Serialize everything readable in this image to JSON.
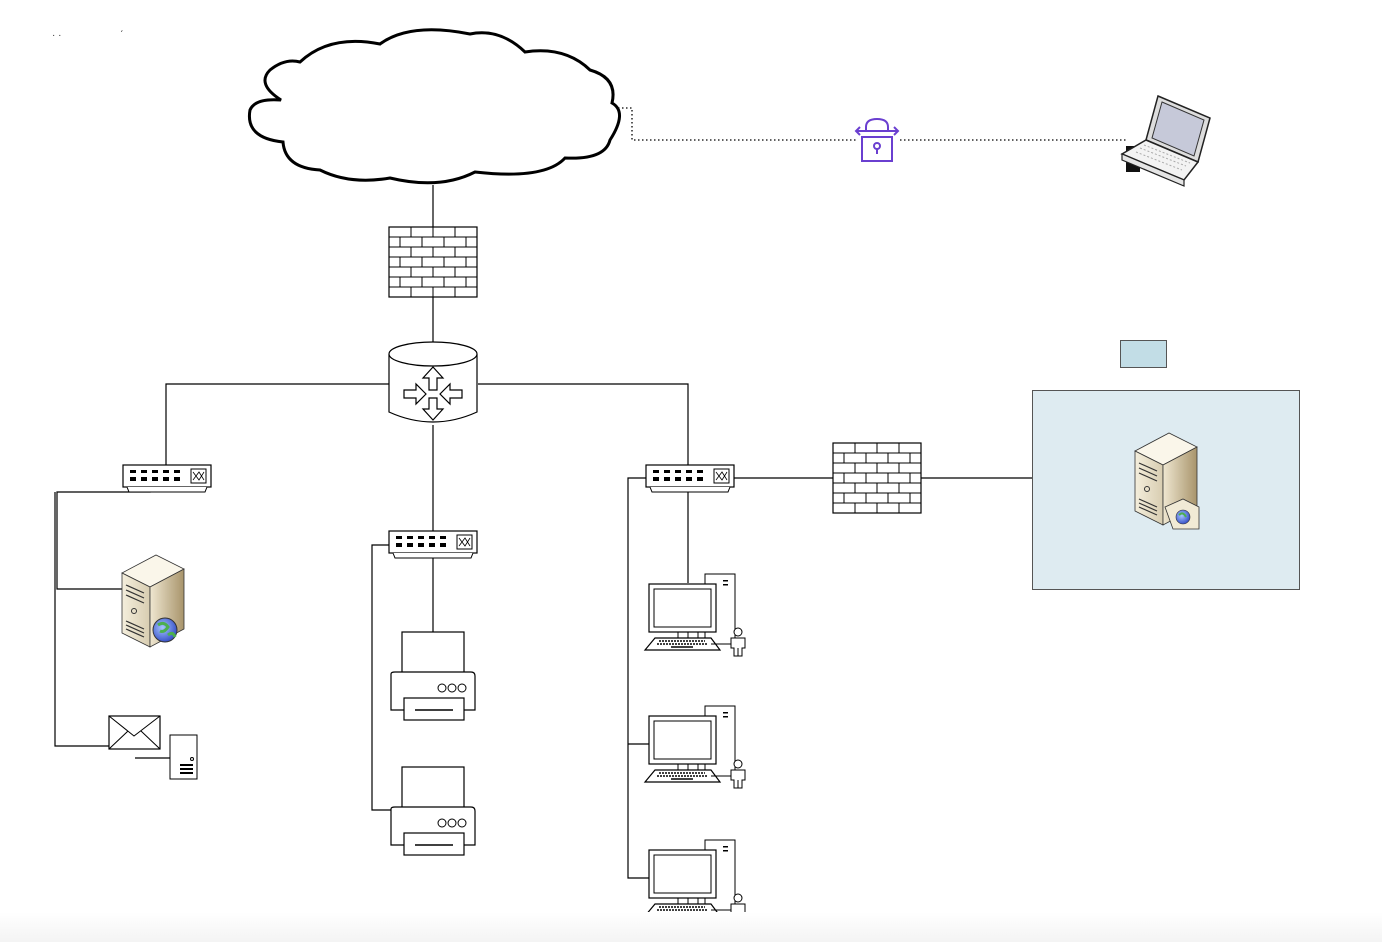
{
  "diagram": {
    "type": "network-topology",
    "title": "",
    "colors": {
      "line": "#000000",
      "vpn_accent": "#6a3fd0",
      "dmz_fill": "#deebf1",
      "dmz_tab_fill": "#c2dde6",
      "server_body": "#e8dfc9"
    },
    "nodes": [
      {
        "id": "internet",
        "kind": "cloud",
        "label": ""
      },
      {
        "id": "vpn",
        "kind": "vpn-lock",
        "label": ""
      },
      {
        "id": "remote-laptop",
        "kind": "laptop",
        "label": ""
      },
      {
        "id": "edge-firewall",
        "kind": "firewall",
        "label": ""
      },
      {
        "id": "core-router",
        "kind": "router",
        "label": ""
      },
      {
        "id": "switch-left",
        "kind": "switch",
        "label": ""
      },
      {
        "id": "switch-center",
        "kind": "switch",
        "label": ""
      },
      {
        "id": "switch-right",
        "kind": "switch",
        "label": ""
      },
      {
        "id": "web-server",
        "kind": "server-web",
        "label": ""
      },
      {
        "id": "mail-server",
        "kind": "mail-server",
        "label": ""
      },
      {
        "id": "printer-1",
        "kind": "printer",
        "label": ""
      },
      {
        "id": "printer-2",
        "kind": "printer",
        "label": ""
      },
      {
        "id": "workstation-1",
        "kind": "workstation-user",
        "label": ""
      },
      {
        "id": "workstation-2",
        "kind": "workstation-user",
        "label": ""
      },
      {
        "id": "workstation-3",
        "kind": "workstation-user",
        "label": ""
      },
      {
        "id": "dmz-firewall",
        "kind": "firewall",
        "label": ""
      },
      {
        "id": "dmz-zone",
        "kind": "zone",
        "label": ""
      },
      {
        "id": "dmz-server",
        "kind": "server-web-doc",
        "label": ""
      }
    ],
    "links": [
      {
        "from": "internet",
        "to": "vpn",
        "style": "dotted"
      },
      {
        "from": "vpn",
        "to": "remote-laptop",
        "style": "dotted"
      },
      {
        "from": "internet",
        "to": "edge-firewall",
        "style": "solid"
      },
      {
        "from": "edge-firewall",
        "to": "core-router",
        "style": "solid"
      },
      {
        "from": "core-router",
        "to": "switch-left",
        "style": "solid"
      },
      {
        "from": "core-router",
        "to": "switch-center",
        "style": "solid"
      },
      {
        "from": "core-router",
        "to": "switch-right",
        "style": "solid"
      },
      {
        "from": "switch-left",
        "to": "web-server",
        "style": "solid"
      },
      {
        "from": "switch-left",
        "to": "mail-server",
        "style": "solid"
      },
      {
        "from": "switch-center",
        "to": "printer-1",
        "style": "solid"
      },
      {
        "from": "switch-center",
        "to": "printer-2",
        "style": "solid"
      },
      {
        "from": "switch-right",
        "to": "workstation-1",
        "style": "solid"
      },
      {
        "from": "switch-right",
        "to": "workstation-2",
        "style": "solid"
      },
      {
        "from": "switch-right",
        "to": "workstation-3",
        "style": "solid"
      },
      {
        "from": "switch-right",
        "to": "dmz-firewall",
        "style": "solid"
      },
      {
        "from": "dmz-firewall",
        "to": "dmz-zone",
        "style": "solid"
      }
    ]
  }
}
